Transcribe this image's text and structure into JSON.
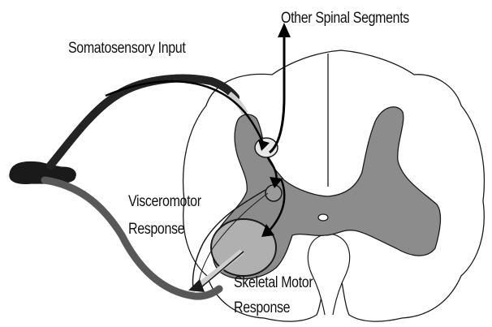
{
  "labels": {
    "other_spinal_segments": "Other Spinal Segments",
    "somatosensory_input": "Somatosensory Input",
    "visceromotor_line1": "Visceromotor",
    "visceromotor_line2": "Response",
    "skeletal_motor_line1": "Skeletal Motor",
    "skeletal_motor_line2": "Response"
  },
  "colors": {
    "gray_matter": "#8c8c8c",
    "white_matter": "#ffffff",
    "outline": "#1a1a1a",
    "sensory_fiber": "#232323",
    "motor_fiber": "#585858",
    "arrow": "#000000"
  }
}
